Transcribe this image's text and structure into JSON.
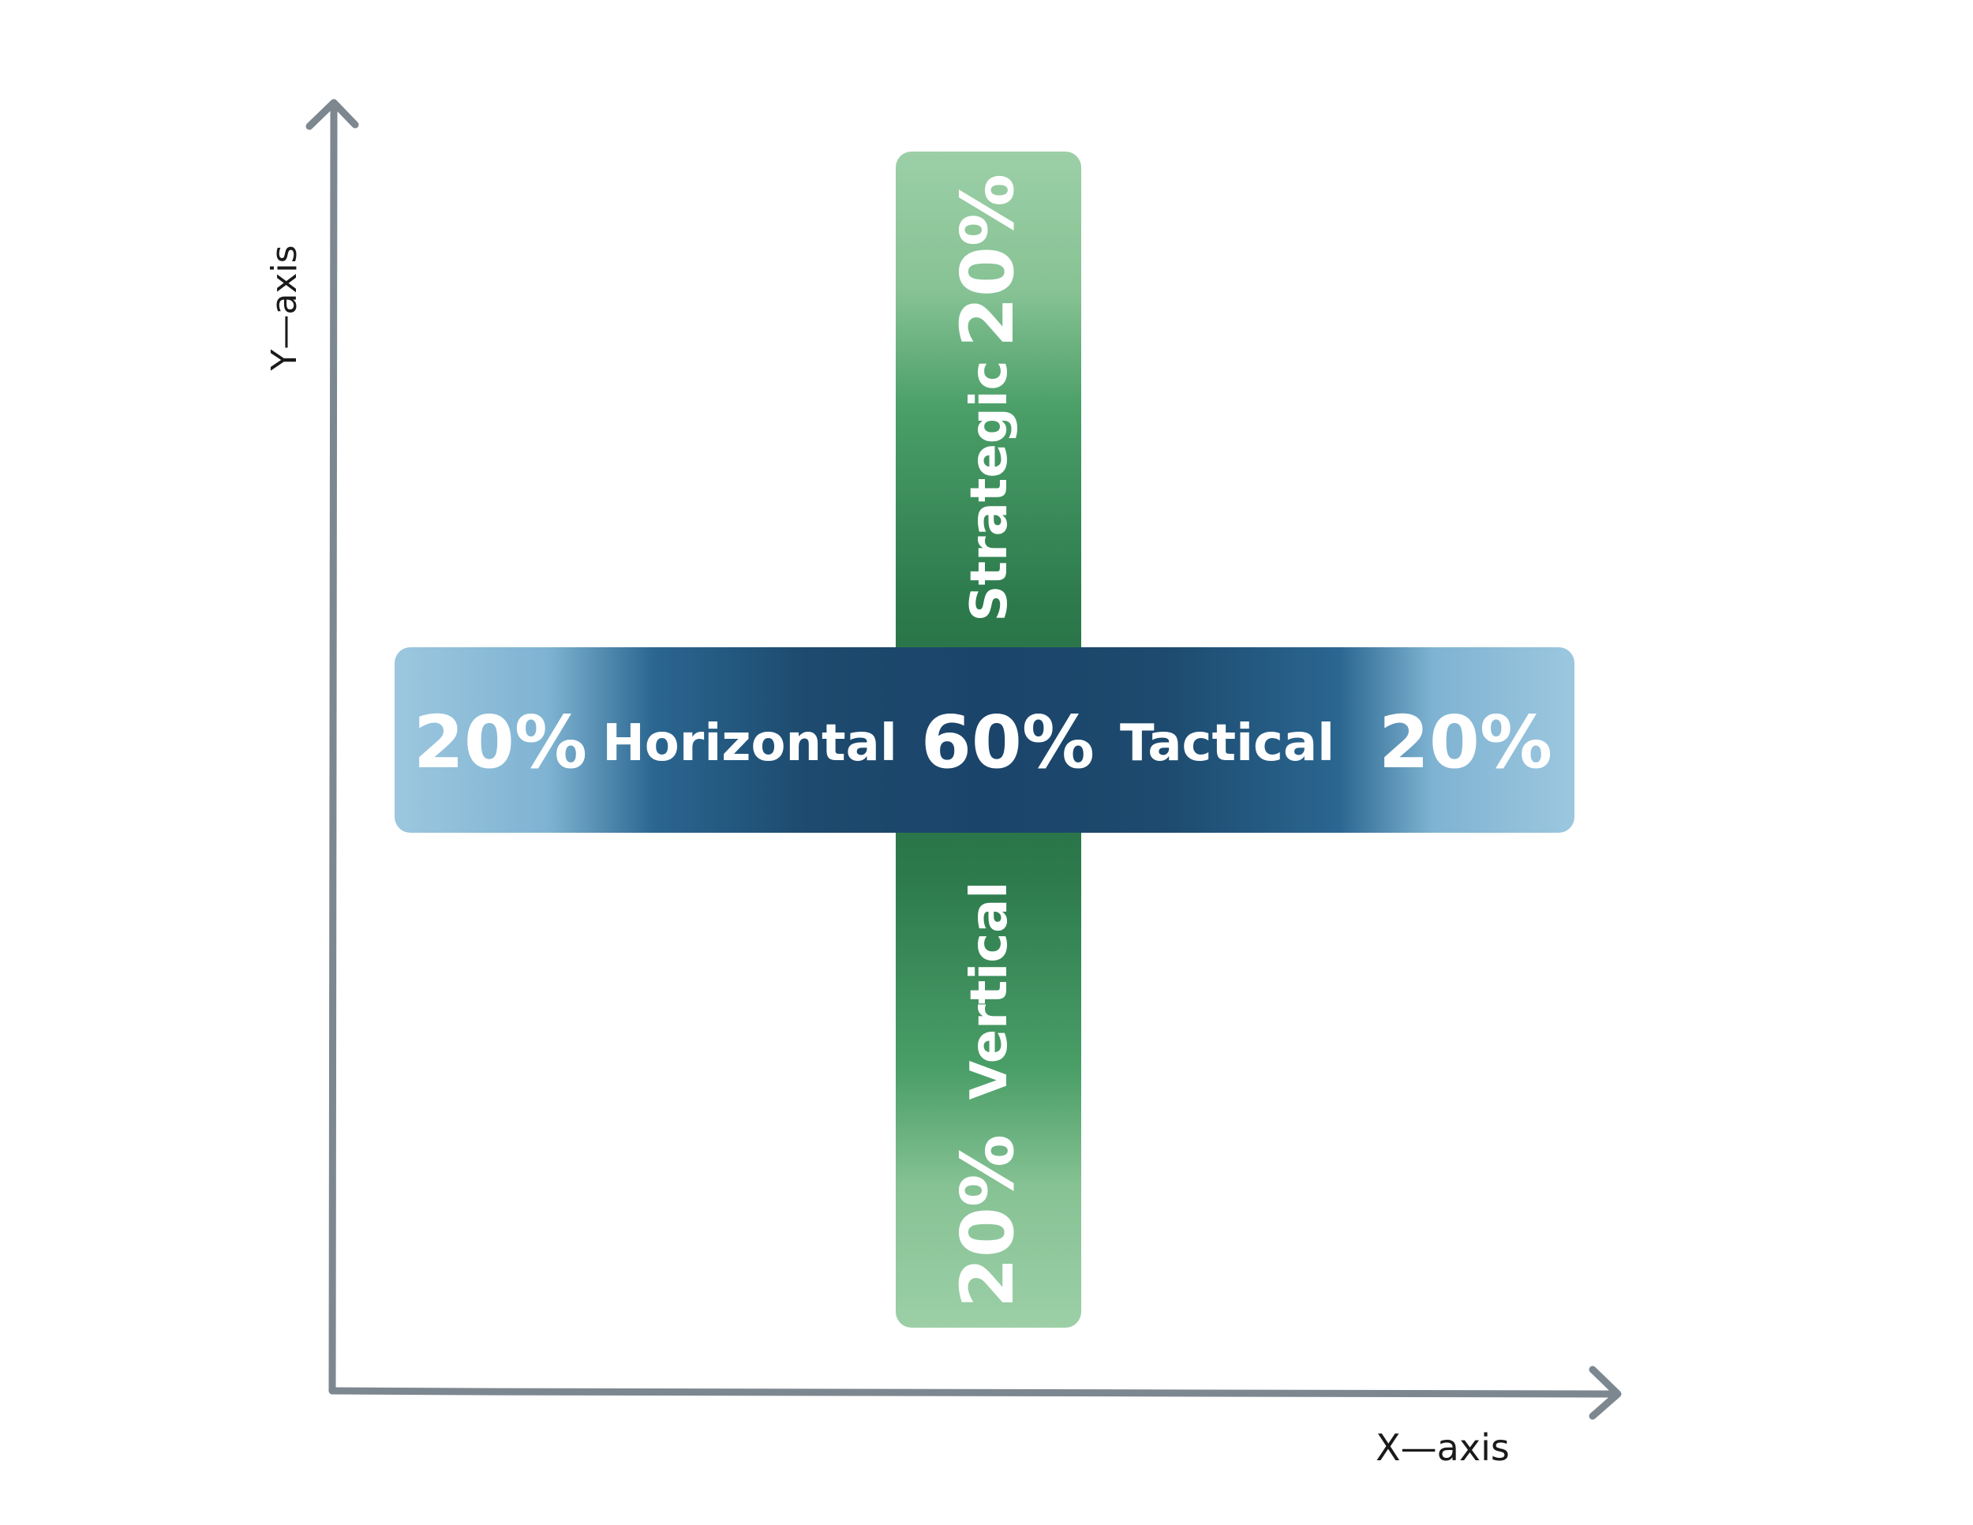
{
  "colors": {
    "axis": "#7d8790",
    "green_light": "#9ccfa6",
    "green_dark": "#246b43",
    "blue_light": "#9cc7df",
    "blue_dark": "#1d4a6e",
    "label_text": "#ffffff"
  },
  "axes": {
    "y_label": "Y—axis",
    "x_label": "X—axis"
  },
  "horizontal_bar": {
    "left_pct": "20%",
    "left_label": "Horizontal",
    "center_pct": "60%",
    "right_label": "Tactical",
    "right_pct": "20%"
  },
  "vertical_bar": {
    "top_pct": "20%",
    "top_label": "Strategic",
    "bottom_label": "Vertical",
    "bottom_pct": "20%"
  }
}
